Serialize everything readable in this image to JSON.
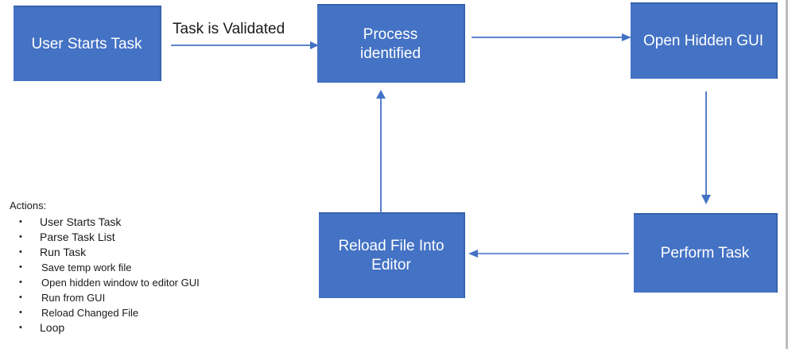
{
  "diagram": {
    "nodes": [
      {
        "id": "user-starts-task",
        "label": "User Starts Task"
      },
      {
        "id": "process-identified",
        "label_line1": "Process",
        "label_line2": "identified"
      },
      {
        "id": "open-hidden-gui",
        "label": "Open Hidden GUI"
      },
      {
        "id": "reload-file",
        "label_line1": "Reload File Into",
        "label_line2": "Editor"
      },
      {
        "id": "perform-task",
        "label": "Perform Task"
      }
    ],
    "edges": [
      {
        "id": "start-to-process",
        "label": "Task is Validated",
        "direction": "right"
      },
      {
        "id": "process-to-gui",
        "label": "",
        "direction": "right"
      },
      {
        "id": "gui-to-perform",
        "label": "",
        "direction": "down"
      },
      {
        "id": "perform-to-reload",
        "label": "",
        "direction": "left"
      },
      {
        "id": "reload-to-process",
        "label": "",
        "direction": "up"
      }
    ],
    "colors": {
      "node_fill": "#4472C4",
      "node_text": "#FFFFFF",
      "arrow": "#4472C4",
      "label_text": "#1A1A1A"
    }
  },
  "actions": {
    "title": "Actions:",
    "items": [
      {
        "label": "User Starts Task",
        "children": []
      },
      {
        "label": "Parse Task List",
        "children": []
      },
      {
        "label": "Run Task",
        "children": [
          "Save temp work file",
          "Open hidden window to editor GUI",
          "Run from GUI",
          "Reload Changed File"
        ]
      },
      {
        "label": "Loop",
        "children": []
      }
    ],
    "bullet_glyph": "•"
  }
}
